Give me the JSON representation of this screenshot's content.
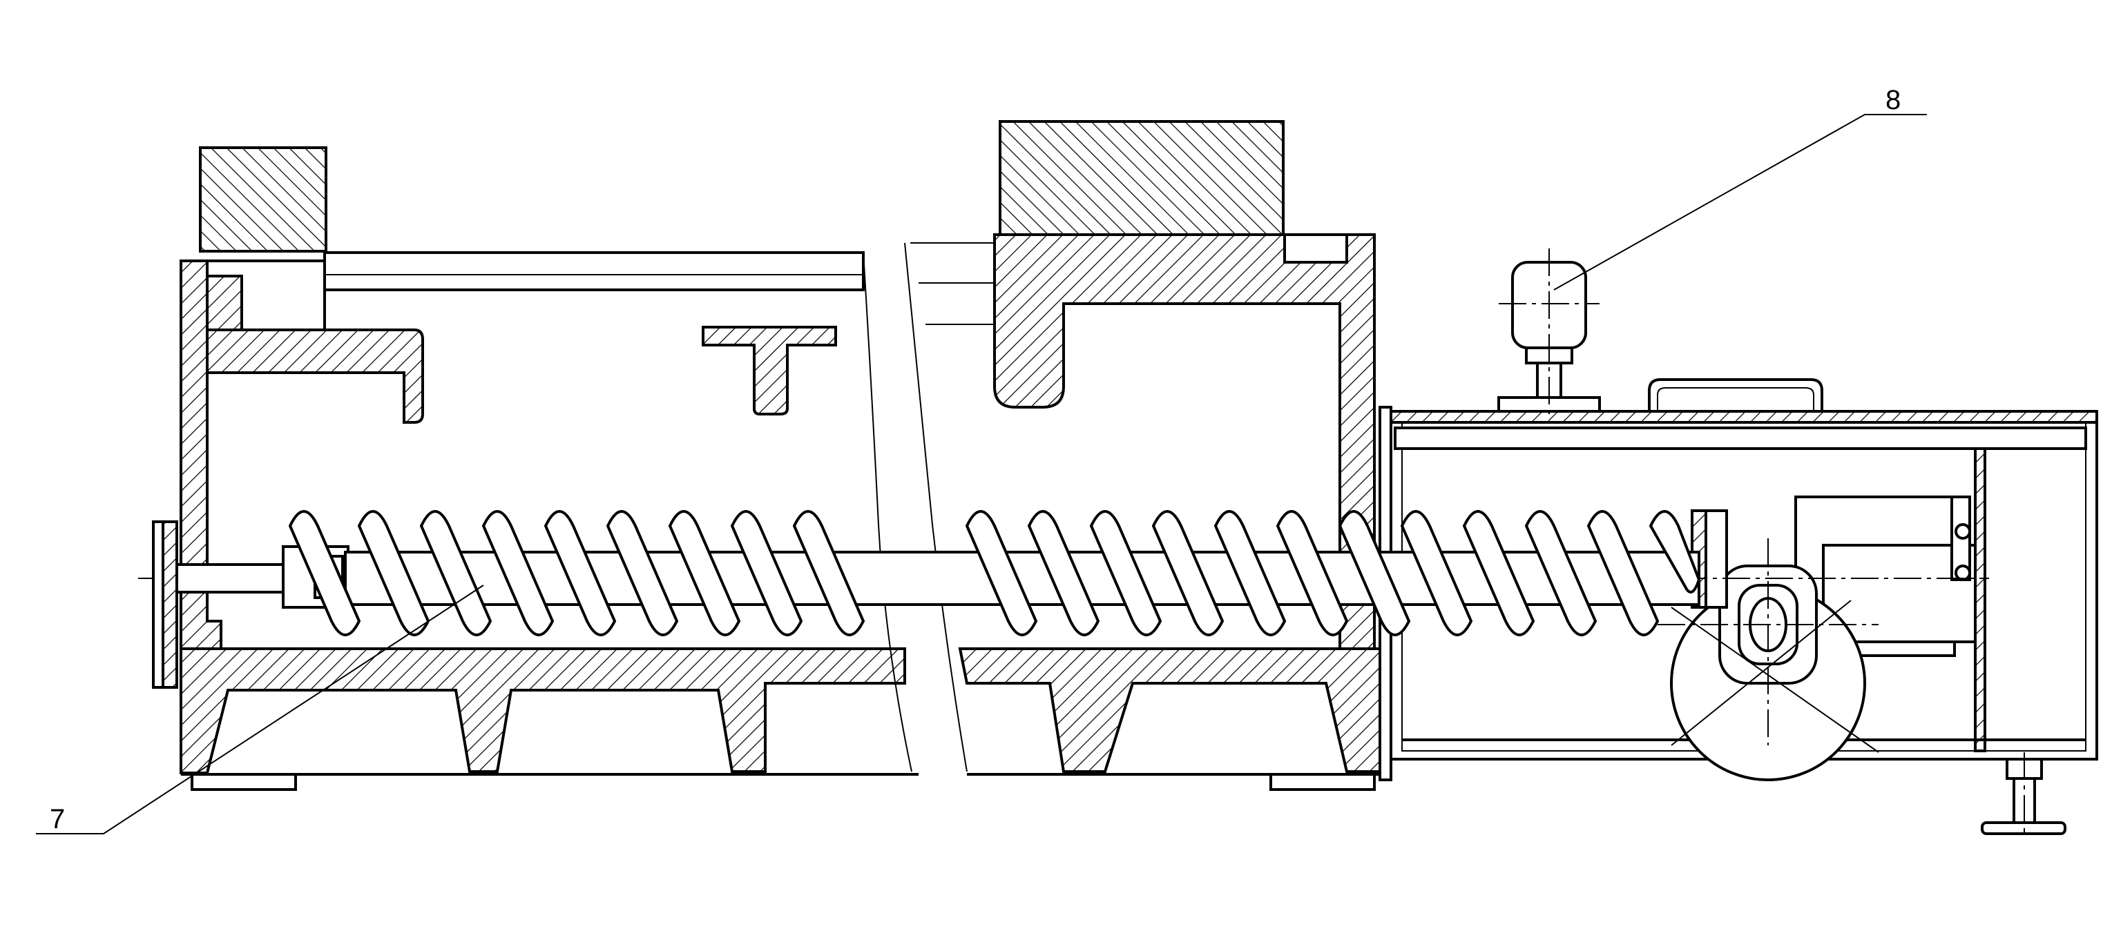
{
  "figure": {
    "labels": [
      {
        "id": "7",
        "text": "7"
      },
      {
        "id": "8",
        "text": "8"
      }
    ]
  }
}
